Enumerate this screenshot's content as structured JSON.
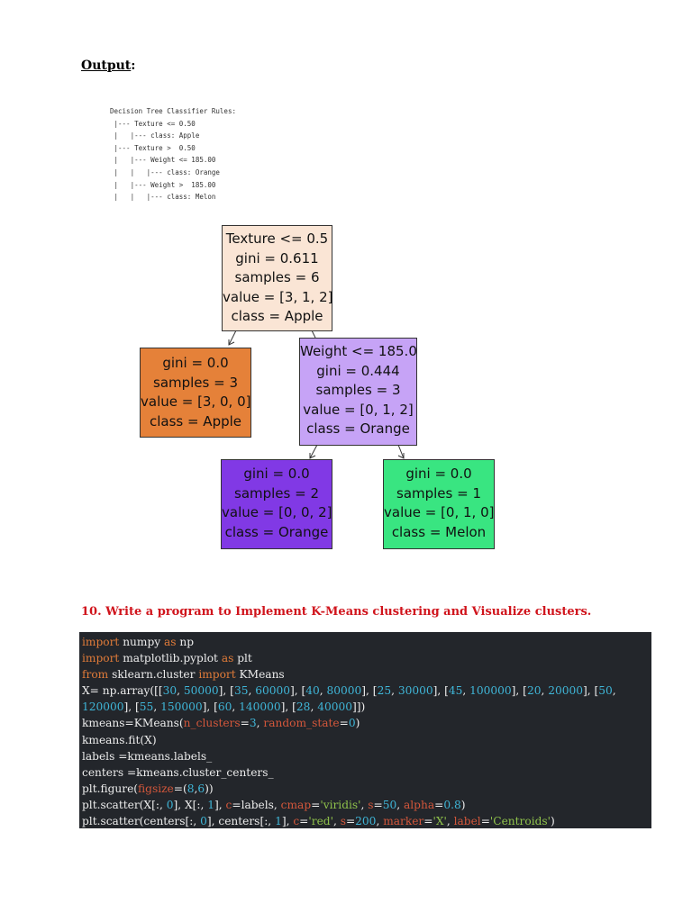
{
  "output_label": "Output",
  "output_colon": ":",
  "rules_text": "Decision Tree Classifier Rules:\n |--- Texture <= 0.50\n |   |--- class: Apple\n |--- Texture >  0.50\n |   |--- Weight <= 185.00\n |   |   |--- class: Orange\n |   |--- Weight >  185.00\n |   |   |--- class: Melon",
  "tree": {
    "root": {
      "lines": [
        "Texture <= 0.5",
        "gini = 0.611",
        "samples = 6",
        "value = [3, 1, 2]",
        "class = Apple"
      ],
      "color": "#fae5d5"
    },
    "left": {
      "lines": [
        "gini = 0.0",
        "samples = 3",
        "value = [3, 0, 0]",
        "class = Apple"
      ],
      "color": "#e58139"
    },
    "right": {
      "lines": [
        "Weight <= 185.0",
        "gini = 0.444",
        "samples = 3",
        "value = [0, 1, 2]",
        "class = Orange"
      ],
      "color": "#c6a3f6"
    },
    "right_left": {
      "lines": [
        "gini = 0.0",
        "samples = 2",
        "value = [0, 0, 2]",
        "class = Orange"
      ],
      "color": "#8139e5"
    },
    "right_right": {
      "lines": [
        "gini = 0.0",
        "samples = 1",
        "value = [0, 1, 0]",
        "class = Melon"
      ],
      "color": "#39e581"
    }
  },
  "section_heading": "10. Write a program to Implement K-Means clustering and Visualize clusters.",
  "code_lines": [
    [
      [
        "k",
        "import"
      ],
      [
        "d",
        " numpy "
      ],
      [
        "k",
        "as"
      ],
      [
        "d",
        " np"
      ]
    ],
    [
      [
        "k",
        "import"
      ],
      [
        "d",
        " matplotlib.pyplot "
      ],
      [
        "k",
        "as"
      ],
      [
        "d",
        " plt"
      ]
    ],
    [
      [
        "k",
        "from"
      ],
      [
        "d",
        " sklearn.cluster "
      ],
      [
        "k",
        "import"
      ],
      [
        "d",
        " KMeans"
      ]
    ],
    [
      [
        "d",
        "X= np.array([["
      ],
      [
        "n",
        "30"
      ],
      [
        "d",
        ", "
      ],
      [
        "n",
        "50000"
      ],
      [
        "d",
        "], ["
      ],
      [
        "n",
        "35"
      ],
      [
        "d",
        ", "
      ],
      [
        "n",
        "60000"
      ],
      [
        "d",
        "], ["
      ],
      [
        "n",
        "40"
      ],
      [
        "d",
        ", "
      ],
      [
        "n",
        "80000"
      ],
      [
        "d",
        "], ["
      ],
      [
        "n",
        "25"
      ],
      [
        "d",
        ", "
      ],
      [
        "n",
        "30000"
      ],
      [
        "d",
        "], ["
      ],
      [
        "n",
        "45"
      ],
      [
        "d",
        ", "
      ],
      [
        "n",
        "100000"
      ],
      [
        "d",
        "], ["
      ],
      [
        "n",
        "20"
      ],
      [
        "d",
        ", "
      ],
      [
        "n",
        "20000"
      ],
      [
        "d",
        "], ["
      ],
      [
        "n",
        "50"
      ],
      [
        "d",
        ","
      ]
    ],
    [
      [
        "n",
        "120000"
      ],
      [
        "d",
        "], ["
      ],
      [
        "n",
        "55"
      ],
      [
        "d",
        ", "
      ],
      [
        "n",
        "150000"
      ],
      [
        "d",
        "], ["
      ],
      [
        "n",
        "60"
      ],
      [
        "d",
        ", "
      ],
      [
        "n",
        "140000"
      ],
      [
        "d",
        "], ["
      ],
      [
        "n",
        "28"
      ],
      [
        "d",
        ", "
      ],
      [
        "n",
        "40000"
      ],
      [
        "d",
        "]])"
      ]
    ],
    [
      [
        "d",
        "kmeans=KMeans("
      ],
      [
        "p",
        "n_clusters"
      ],
      [
        "d",
        "="
      ],
      [
        "n",
        "3"
      ],
      [
        "d",
        ", "
      ],
      [
        "p",
        "random_state"
      ],
      [
        "d",
        "="
      ],
      [
        "n",
        "0"
      ],
      [
        "d",
        ")"
      ]
    ],
    [
      [
        "d",
        "kmeans.fit(X)"
      ]
    ],
    [
      [
        "d",
        "labels =kmeans.labels_"
      ]
    ],
    [
      [
        "d",
        "centers =kmeans.cluster_centers_"
      ]
    ],
    [
      [
        "d",
        "plt.figure("
      ],
      [
        "p",
        "figsize"
      ],
      [
        "d",
        "=("
      ],
      [
        "n",
        "8"
      ],
      [
        "d",
        ","
      ],
      [
        "n",
        "6"
      ],
      [
        "d",
        "))"
      ]
    ],
    [
      [
        "d",
        "plt.scatter(X[:, "
      ],
      [
        "n",
        "0"
      ],
      [
        "d",
        "], X[:, "
      ],
      [
        "n",
        "1"
      ],
      [
        "d",
        "], "
      ],
      [
        "p",
        "c"
      ],
      [
        "d",
        "=labels, "
      ],
      [
        "p",
        "cmap"
      ],
      [
        "d",
        "="
      ],
      [
        "s",
        "'viridis'"
      ],
      [
        "d",
        ", "
      ],
      [
        "p",
        "s"
      ],
      [
        "d",
        "="
      ],
      [
        "n",
        "50"
      ],
      [
        "d",
        ", "
      ],
      [
        "p",
        "alpha"
      ],
      [
        "d",
        "="
      ],
      [
        "n",
        "0.8"
      ],
      [
        "d",
        ")"
      ]
    ],
    [
      [
        "d",
        "plt.scatter(centers[:, "
      ],
      [
        "n",
        "0"
      ],
      [
        "d",
        "], centers[:, "
      ],
      [
        "n",
        "1"
      ],
      [
        "d",
        "], "
      ],
      [
        "p",
        "c"
      ],
      [
        "d",
        "="
      ],
      [
        "s",
        "'red'"
      ],
      [
        "d",
        ", "
      ],
      [
        "p",
        "s"
      ],
      [
        "d",
        "="
      ],
      [
        "n",
        "200"
      ],
      [
        "d",
        ", "
      ],
      [
        "p",
        "marker"
      ],
      [
        "d",
        "="
      ],
      [
        "s",
        "'X'"
      ],
      [
        "d",
        ", "
      ],
      [
        "p",
        "label"
      ],
      [
        "d",
        "="
      ],
      [
        "s",
        "'Centroids'"
      ],
      [
        "d",
        ")"
      ]
    ]
  ]
}
